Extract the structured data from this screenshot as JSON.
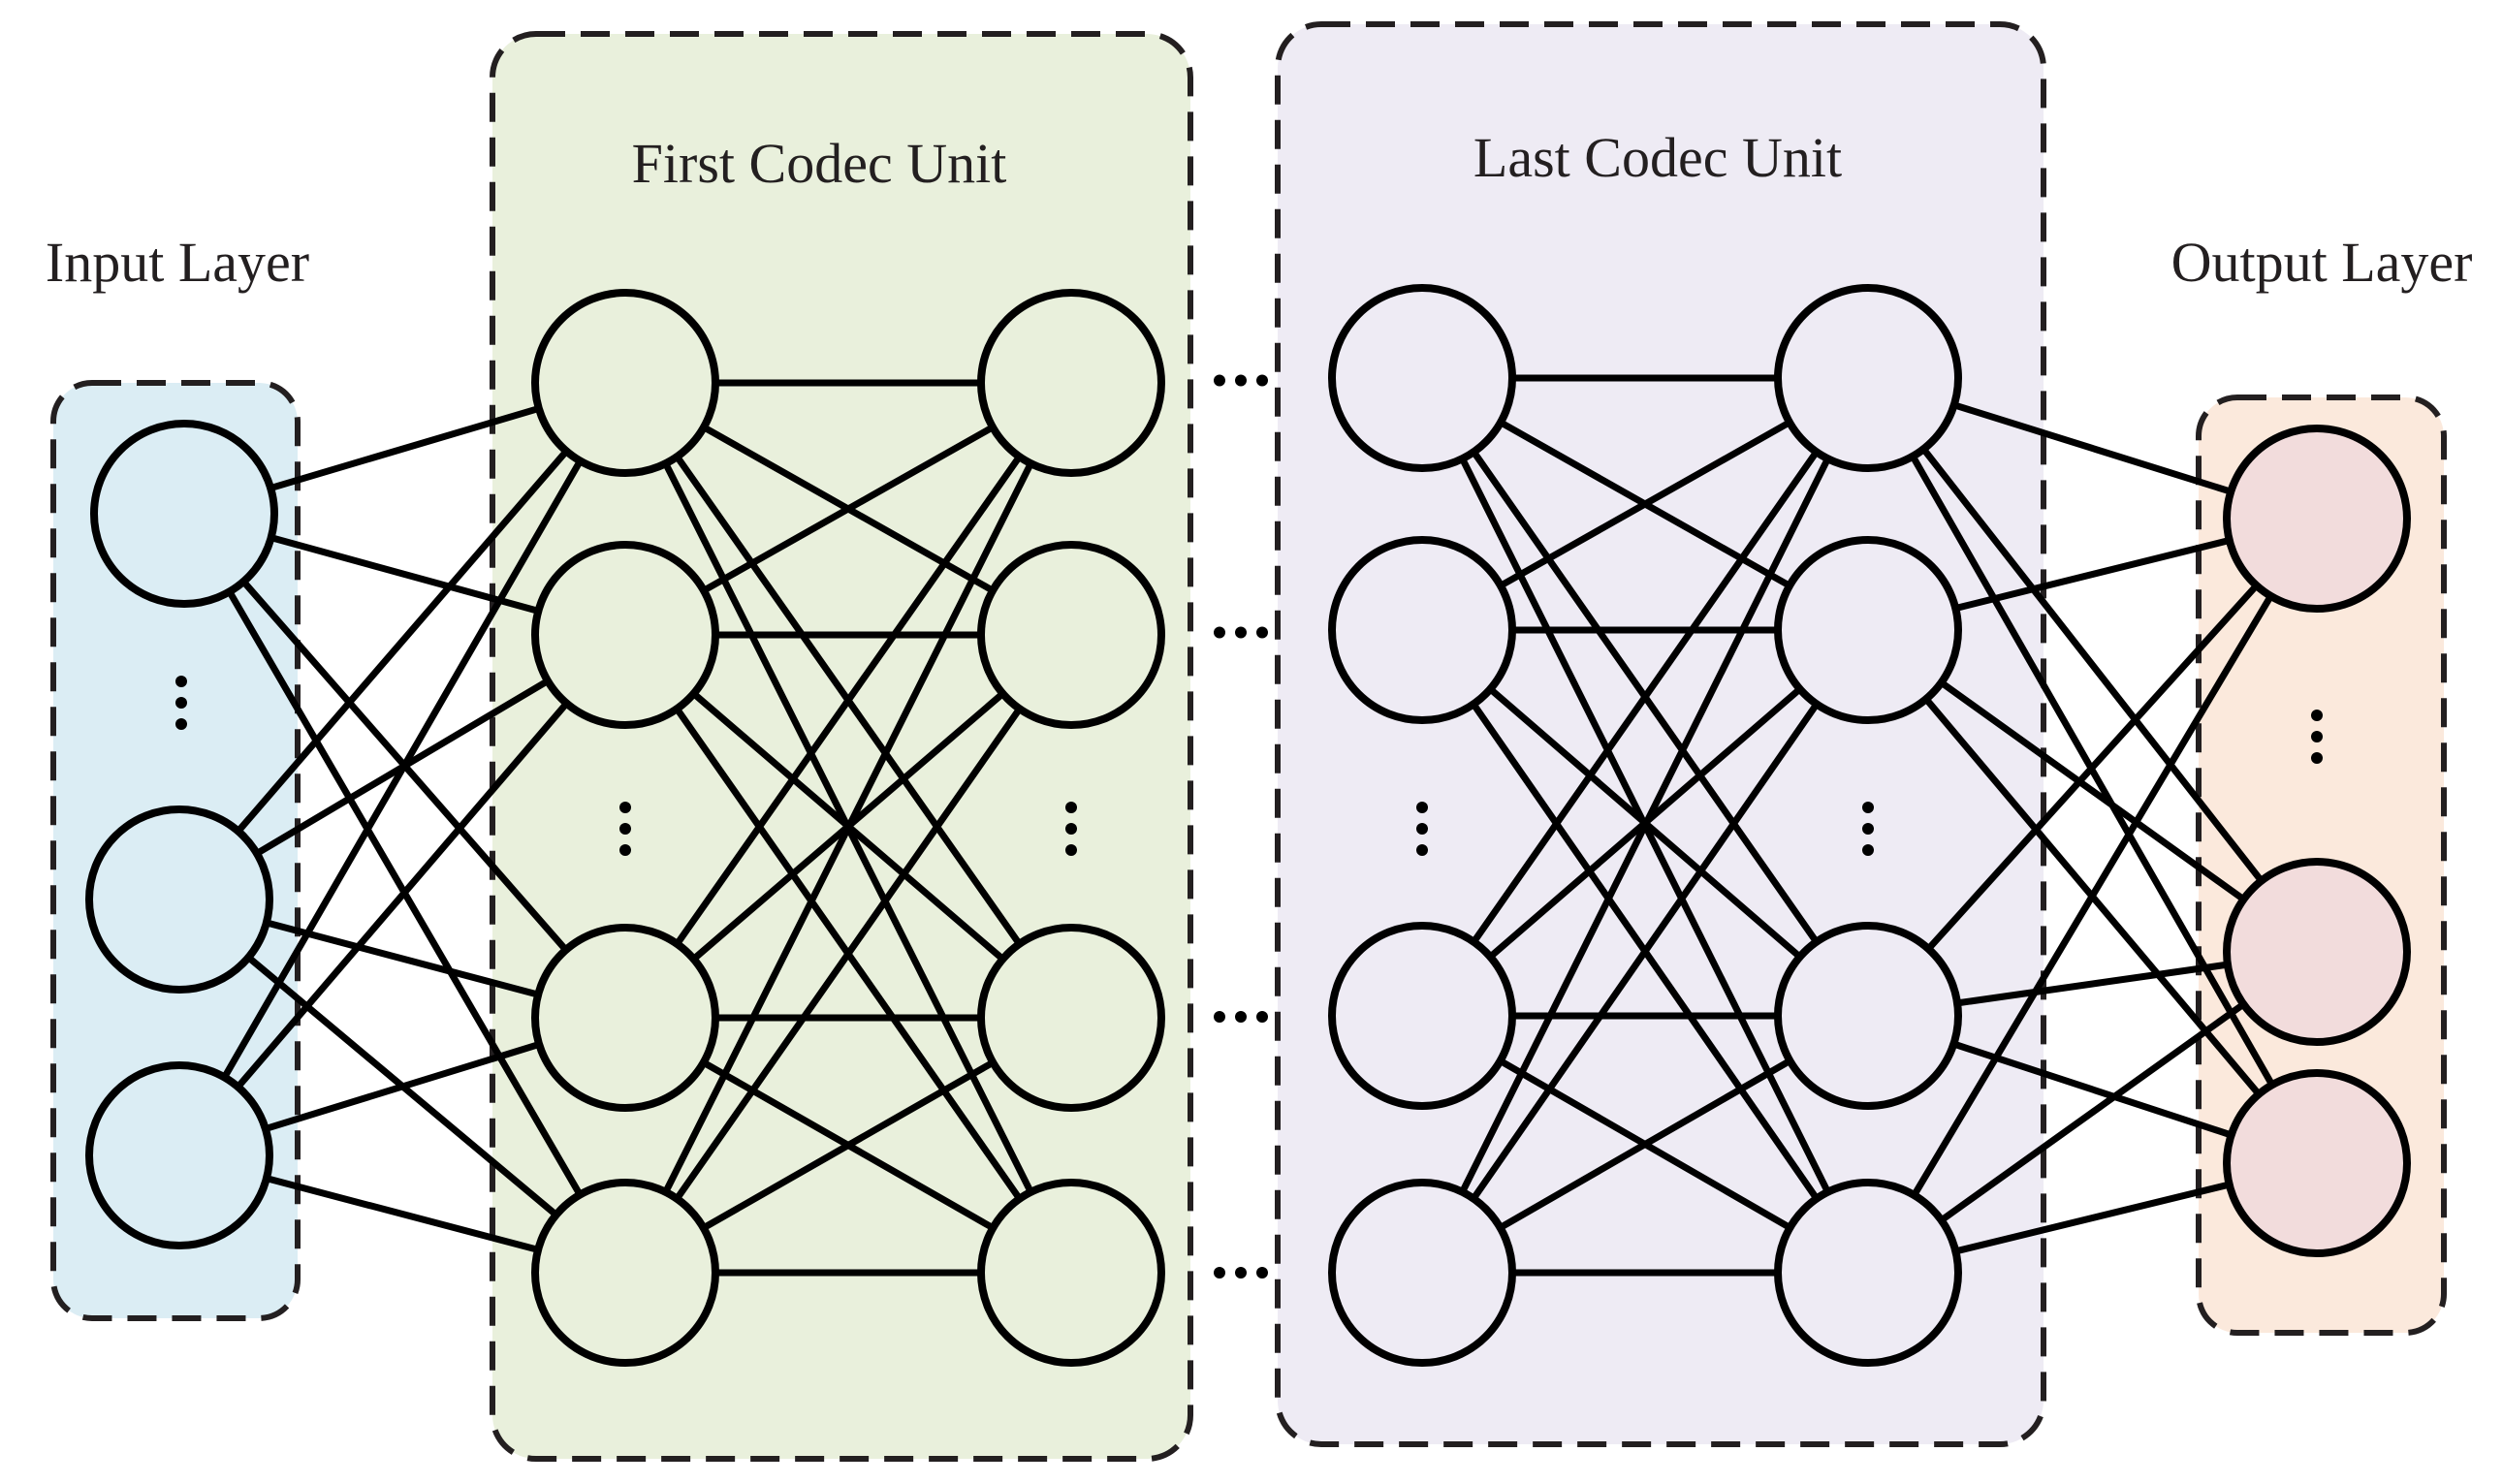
{
  "labels": {
    "input_layer": "Input Layer",
    "first_codec": "First Codec Unit",
    "last_codec": "Last Codec Unit",
    "output_layer": "Output Layer"
  },
  "colors": {
    "input_fill": "#dbedf4",
    "first_codec_fill": "#e9f0dc",
    "last_codec_fill": "#eeebf4",
    "output_fill": "#fbe9dc",
    "output_node_fill": "#f2dcdc",
    "stroke": "#000000"
  },
  "layers": [
    {
      "id": "input",
      "nodes": 3,
      "fill_key": "input_fill"
    },
    {
      "id": "first_codec_a",
      "nodes": 4,
      "fill_key": "first_codec_fill"
    },
    {
      "id": "first_codec_b",
      "nodes": 4,
      "fill_key": "first_codec_fill"
    },
    {
      "id": "last_codec_a",
      "nodes": 4,
      "fill_key": "last_codec_fill"
    },
    {
      "id": "last_codec_b",
      "nodes": 4,
      "fill_key": "last_codec_fill"
    },
    {
      "id": "output",
      "nodes": 3,
      "fill_key": "output_node_fill"
    }
  ],
  "connections": [
    {
      "from": "input",
      "to": "first_codec_a",
      "type": "full"
    },
    {
      "from": "first_codec_a",
      "to": "first_codec_b",
      "type": "full"
    },
    {
      "from": "first_codec_b",
      "to": "last_codec_a",
      "type": "ellipsis"
    },
    {
      "from": "last_codec_a",
      "to": "last_codec_b",
      "type": "full"
    },
    {
      "from": "last_codec_b",
      "to": "output",
      "type": "full"
    }
  ]
}
